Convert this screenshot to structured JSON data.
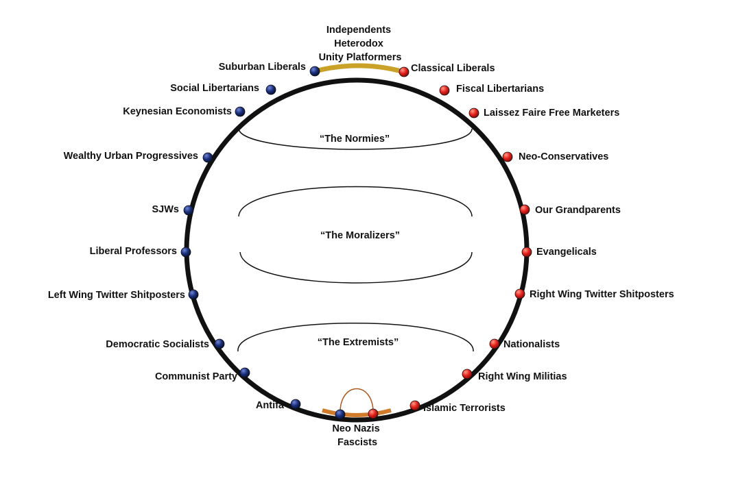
{
  "colors": {
    "ring": "#111111",
    "top_arc": "#c9a227",
    "bottom_arc": "#d07a2c",
    "bottom_loop": "#a85a20",
    "left_dot": "#1a2f7a",
    "right_dot": "#e3211c",
    "bands": "#111111"
  },
  "top_label": [
    "Independents",
    "Heterodox",
    "Unity Platformers"
  ],
  "bottom_label": [
    "Neo Nazis",
    "Fascists"
  ],
  "bands": {
    "normies": "“The Normies”",
    "moralizers": "“The Moralizers”",
    "extremists": "“The Extremists”"
  },
  "left_groups": [
    "Suburban Liberals",
    "Social Libertarians",
    "Keynesian Economists",
    "Wealthy Urban Progressives",
    "SJWs",
    "Liberal Professors",
    "Left Wing Twitter Shitposters",
    "Democratic Socialists",
    "Communist Party",
    "Antifa"
  ],
  "right_groups": [
    "Classical Liberals",
    "Fiscal Libertarians",
    "Laissez Faire Free Marketers",
    "Neo-Conservatives",
    "Our Grandparents",
    "Evangelicals",
    "Right Wing Twitter Shitposters",
    "Nationalists",
    "Right Wing Militias",
    "Islamic Terrorists"
  ]
}
